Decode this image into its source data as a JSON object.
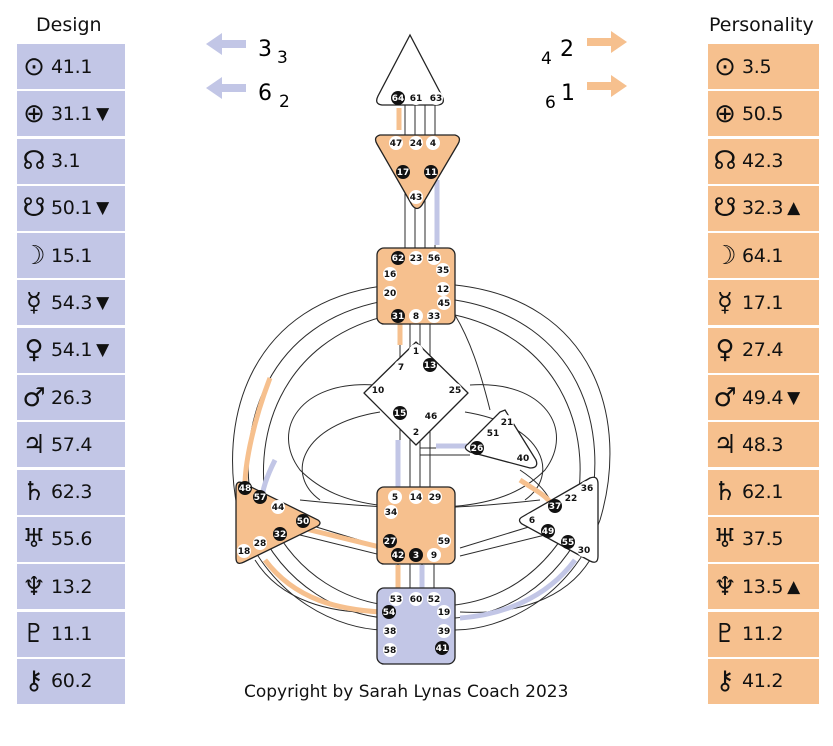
{
  "design": {
    "title": "Design",
    "rows": [
      {
        "icon": "sun-icon",
        "symbol": "⊙",
        "value": "41.1",
        "arrow": ""
      },
      {
        "icon": "earth-icon",
        "symbol": "⊕",
        "value": "31.1",
        "arrow": "▼"
      },
      {
        "icon": "north-node-icon",
        "symbol": "☊",
        "value": "3.1",
        "arrow": ""
      },
      {
        "icon": "south-node-icon",
        "symbol": "☋",
        "value": "50.1",
        "arrow": "▼"
      },
      {
        "icon": "moon-icon",
        "symbol": "☽",
        "value": "15.1",
        "arrow": ""
      },
      {
        "icon": "mercury-icon",
        "symbol": "☿",
        "value": "54.3",
        "arrow": "▼"
      },
      {
        "icon": "venus-icon",
        "symbol": "♀",
        "value": "54.1",
        "arrow": "▼"
      },
      {
        "icon": "mars-icon",
        "symbol": "♂",
        "value": "26.3",
        "arrow": ""
      },
      {
        "icon": "jupiter-icon",
        "symbol": "♃",
        "value": "57.4",
        "arrow": ""
      },
      {
        "icon": "saturn-icon",
        "symbol": "♄",
        "value": "62.3",
        "arrow": ""
      },
      {
        "icon": "uranus-icon",
        "symbol": "♅",
        "value": "55.6",
        "arrow": ""
      },
      {
        "icon": "neptune-icon",
        "symbol": "♆",
        "value": "13.2",
        "arrow": ""
      },
      {
        "icon": "pluto-icon",
        "symbol": "♇",
        "value": "11.1",
        "arrow": ""
      },
      {
        "icon": "chiron-icon",
        "symbol": "⚷",
        "value": "60.2",
        "arrow": ""
      }
    ]
  },
  "personality": {
    "title": "Personality",
    "rows": [
      {
        "icon": "sun-icon",
        "symbol": "⊙",
        "value": "3.5",
        "arrow": ""
      },
      {
        "icon": "earth-icon",
        "symbol": "⊕",
        "value": "50.5",
        "arrow": ""
      },
      {
        "icon": "north-node-icon",
        "symbol": "☊",
        "value": "42.3",
        "arrow": ""
      },
      {
        "icon": "south-node-icon",
        "symbol": "☋",
        "value": "32.3",
        "arrow": "▲"
      },
      {
        "icon": "moon-icon",
        "symbol": "☽",
        "value": "64.1",
        "arrow": ""
      },
      {
        "icon": "mercury-icon",
        "symbol": "☿",
        "value": "17.1",
        "arrow": ""
      },
      {
        "icon": "venus-icon",
        "symbol": "♀",
        "value": "27.4",
        "arrow": ""
      },
      {
        "icon": "mars-icon",
        "symbol": "♂",
        "value": "49.4",
        "arrow": "▼"
      },
      {
        "icon": "jupiter-icon",
        "symbol": "♃",
        "value": "48.3",
        "arrow": ""
      },
      {
        "icon": "saturn-icon",
        "symbol": "♄",
        "value": "62.1",
        "arrow": ""
      },
      {
        "icon": "uranus-icon",
        "symbol": "♅",
        "value": "37.5",
        "arrow": ""
      },
      {
        "icon": "neptune-icon",
        "symbol": "♆",
        "value": "13.5",
        "arrow": "▲"
      },
      {
        "icon": "pluto-icon",
        "symbol": "♇",
        "value": "11.2",
        "arrow": ""
      },
      {
        "icon": "chiron-icon",
        "symbol": "⚷",
        "value": "41.2",
        "arrow": ""
      }
    ]
  },
  "variables": {
    "left_top": {
      "big": "3",
      "small": "3"
    },
    "left_bottom": {
      "big": "6",
      "small": "2"
    },
    "right_top": {
      "small": "4",
      "big": "2"
    },
    "right_bottom": {
      "small": "6",
      "big": "1"
    }
  },
  "centers": {
    "head": [
      "64",
      "61",
      "63"
    ],
    "ajna": [
      "47",
      "24",
      "4",
      "17",
      "11",
      "43"
    ],
    "throat": [
      "62",
      "23",
      "56",
      "16",
      "35",
      "20",
      "12",
      "45",
      "31",
      "8",
      "33"
    ],
    "g": [
      "1",
      "7",
      "13",
      "10",
      "25",
      "15",
      "46",
      "2"
    ],
    "heart": [
      "21",
      "51",
      "26",
      "40"
    ],
    "sacral": [
      "5",
      "14",
      "29",
      "34",
      "27",
      "59",
      "42",
      "3",
      "9"
    ],
    "spleen": [
      "48",
      "57",
      "44",
      "50",
      "32",
      "28",
      "18"
    ],
    "solar_plexus": [
      "36",
      "22",
      "37",
      "6",
      "49",
      "55",
      "30"
    ],
    "root": [
      "53",
      "60",
      "52",
      "54",
      "19",
      "38",
      "39",
      "58",
      "41"
    ]
  },
  "activated_gates": [
    "64",
    "17",
    "11",
    "62",
    "31",
    "13",
    "15",
    "26",
    "48",
    "57",
    "50",
    "32",
    "27",
    "42",
    "3",
    "37",
    "49",
    "55",
    "54",
    "41"
  ],
  "colors": {
    "design": "#c2c6e6",
    "personality": "#f6c08e",
    "line": "#2b2b2b",
    "activated": "#111111"
  },
  "copyright": "Copyright by Sarah Lynas Coach 2023"
}
